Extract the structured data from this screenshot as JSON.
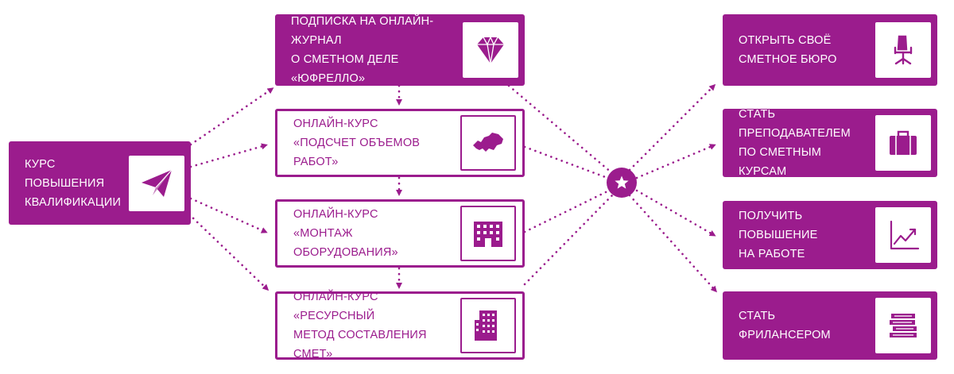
{
  "colors": {
    "accent": "#9b1c8d",
    "background": "#ffffff"
  },
  "start": {
    "label": "КУРС ПОВЫШЕНИЯ\nКВАЛИФИКАЦИИ",
    "icon": "paper-plane-icon"
  },
  "courses": [
    {
      "label": "ПОДПИСКА НА ОНЛАЙН-ЖУРНАЛ\nО СМЕТНОМ ДЕЛЕ «ЮФРЕЛЛО»",
      "icon": "diamond-icon",
      "style": "filled"
    },
    {
      "label": "ОНЛАЙН-КУРС\n«ПОДСЧЕТ ОБЪЕМОВ РАБОТ»",
      "icon": "map-icon",
      "style": "outline"
    },
    {
      "label": "ОНЛАЙН-КУРС\n«МОНТАЖ ОБОРУДОВАНИЯ»",
      "icon": "factory-building-icon",
      "style": "outline"
    },
    {
      "label": "ОНЛАЙН-КУРС «РЕСУРСНЫЙ\nМЕТОД СОСТАВЛЕНИЯ СМЕТ»",
      "icon": "office-building-icon",
      "style": "outline"
    }
  ],
  "hub": {
    "icon": "star-icon"
  },
  "outcomes": [
    {
      "label": "ОТКРЫТЬ СВОЁ\nСМЕТНОЕ БЮРО",
      "icon": "office-chair-icon"
    },
    {
      "label": "СТАТЬ ПРЕПОДАВАТЕЛЕМ\nПО СМЕТНЫМ КУРСАМ",
      "icon": "briefcase-icon"
    },
    {
      "label": "ПОЛУЧИТЬ ПОВЫШЕНИЕ\nНА РАБОТЕ",
      "icon": "growth-chart-icon"
    },
    {
      "label": "СТАТЬ ФРИЛАНСЕРОМ",
      "icon": "books-stack-icon"
    }
  ]
}
